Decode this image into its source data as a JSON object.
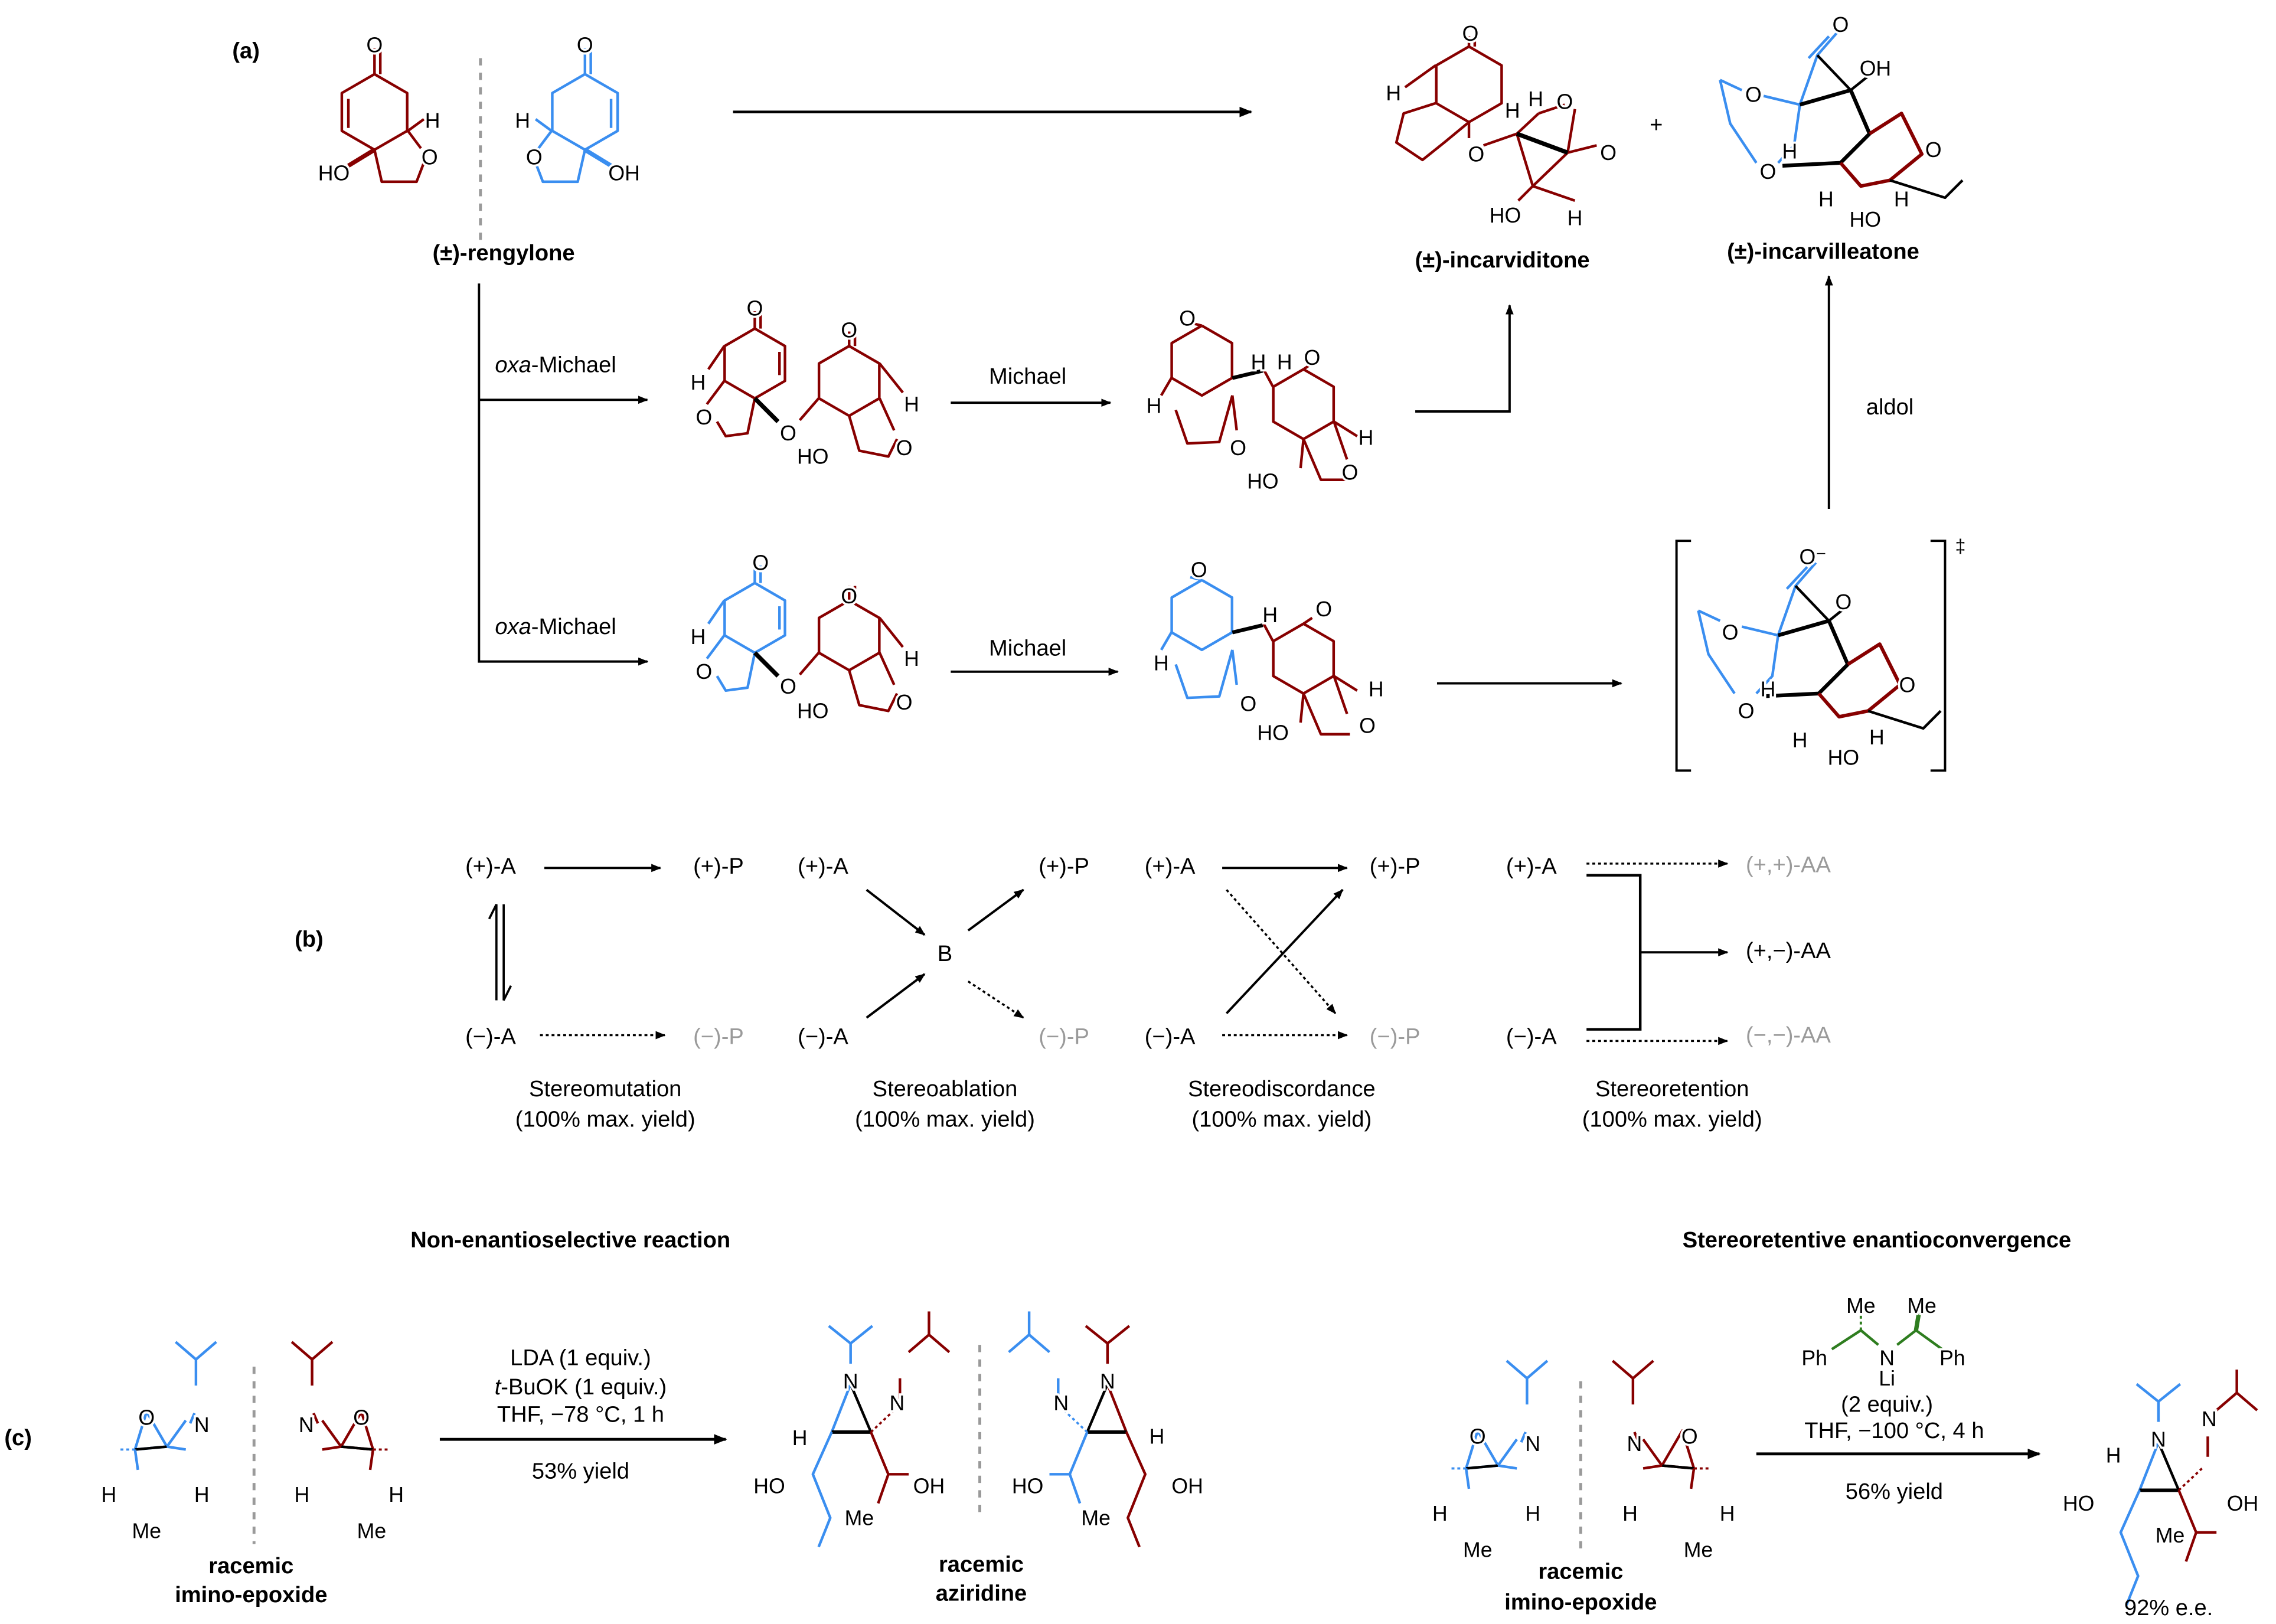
{
  "colors": {
    "red": "#870000",
    "blue": "#3a8ef0",
    "green": "#2e7d1f",
    "black": "#000000",
    "gray": "#9a9a9a"
  },
  "panel_a": {
    "label": "(a)",
    "rengylone": "(±)-rengylone",
    "incarviditone": "(±)-incarviditone",
    "plus": "+",
    "incarvilleatone": "(±)-incarvilleatone",
    "oxa_michael_top": {
      "italic": "oxa",
      "rest": "-Michael"
    },
    "oxa_michael_bottom": {
      "italic": "oxa",
      "rest": "-Michael"
    },
    "michael_top": "Michael",
    "michael_bottom": "Michael",
    "aldol": "aldol",
    "ts_mark": "‡"
  },
  "panel_b": {
    "label": "(b)",
    "stereomutation": {
      "plus_a": "(+)-A",
      "minus_a": "(−)-A",
      "plus_p": "(+)-P",
      "minus_p": "(−)-P",
      "title": "Stereomutation",
      "yield": "(100% max. yield)"
    },
    "stereoablation": {
      "plus_a": "(+)-A",
      "minus_a": "(−)-A",
      "b": "B",
      "plus_p": "(+)-P",
      "minus_p": "(−)-P",
      "title": "Stereoablation",
      "yield": "(100% max. yield)"
    },
    "stereodiscordance": {
      "plus_a": "(+)-A",
      "minus_a": "(−)-A",
      "plus_p": "(+)-P",
      "minus_p": "(−)-P",
      "title": "Stereodiscordance",
      "yield": "(100% max. yield)"
    },
    "stereoretention": {
      "plus_a": "(+)-A",
      "minus_a": "(−)-A",
      "pp_aa": "(+,+)-AA",
      "pm_aa": "(+,−)-AA",
      "mm_aa": "(−,−)-AA",
      "title": "Stereoretention",
      "yield": "(100% max. yield)"
    }
  },
  "panel_c": {
    "label": "(c)",
    "heading_left": "Non-enantioselective reaction",
    "heading_right": "Stereoretentive enantioconvergence",
    "left_sm": [
      "racemic",
      "imino-epoxide"
    ],
    "left_conditions": {
      "line1": "LDA (1 equiv.)",
      "line2_italic": "t",
      "line2_rest": "-BuOK (1 equiv.)",
      "line3": "THF, −78 °C, 1 h",
      "yield": "53% yield"
    },
    "left_product": [
      "racemic",
      "aziridine"
    ],
    "right_sm": [
      "racemic",
      "imino-epoxide"
    ],
    "right_conditions": {
      "equiv": "(2 equiv.)",
      "line2": "THF, −100 °C, 4 h",
      "yield": "56% yield"
    },
    "right_product_ee": "92% e.e."
  },
  "atoms": {
    "rengylone_red": [
      "O",
      "H",
      "HO",
      "O"
    ],
    "rengylone_blue": [
      "O",
      "H",
      "O",
      "OH"
    ],
    "incarviditone": [
      "O",
      "H",
      "H",
      "H",
      "O",
      "O",
      "O",
      "HO",
      "H"
    ],
    "incarvilleatone": [
      "O",
      "OH",
      "O",
      "H",
      "O",
      "O",
      "H",
      "H",
      "HO"
    ],
    "intermediate_top": [
      "O",
      "H",
      "O",
      "O",
      "O",
      "H",
      "HO",
      "O"
    ],
    "intermediate_bottom": [
      "O",
      "H",
      "O",
      "O",
      "O",
      "H",
      "HO",
      "O"
    ],
    "michael_product_top": [
      "O",
      "H",
      "H",
      "O",
      "H",
      "O",
      "H",
      "HO",
      "O"
    ],
    "michael_product_bottom": [
      "O",
      "H",
      "O",
      "H",
      "O",
      "H",
      "HO",
      "O"
    ],
    "transition_state": [
      "O⁻",
      "O",
      "H",
      "O",
      "O",
      "O",
      "H",
      "HO",
      "H"
    ],
    "epoxide_left_blue": [
      "N",
      "O",
      "H",
      "H",
      "Me"
    ],
    "epoxide_left_red": [
      "N",
      "O",
      "H",
      "H",
      "Me"
    ],
    "aziridine_1": [
      "N",
      "H",
      "HO",
      "N",
      "OH",
      "Me"
    ],
    "aziridine_2": [
      "N",
      "N",
      "H",
      "HO",
      "Me",
      "OH"
    ],
    "epoxide_right_blue": [
      "N",
      "O",
      "H",
      "H",
      "Me"
    ],
    "epoxide_right_red": [
      "N",
      "O",
      "H",
      "H",
      "Me"
    ],
    "chiral_amide": [
      "Me",
      "Me",
      "Ph",
      "N",
      "Ph",
      "Li"
    ],
    "final_product": [
      "N",
      "H",
      "HO",
      "N",
      "OH",
      "Me"
    ]
  }
}
